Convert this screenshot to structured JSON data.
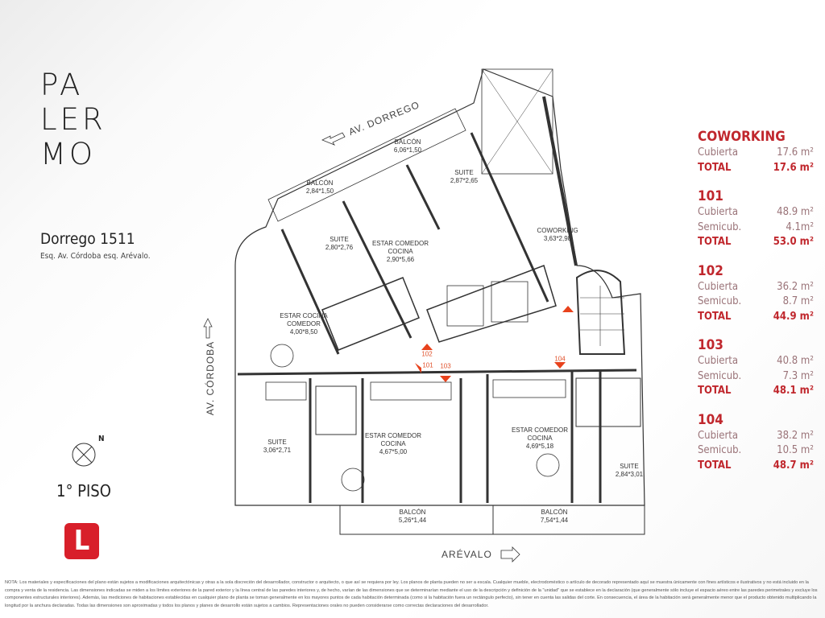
{
  "brand": {
    "lines": [
      "PA",
      "LER",
      "MO"
    ],
    "logo_letter": "L",
    "logo_color": "#d81f2a"
  },
  "address": {
    "title": "Dorrego 1511",
    "subtitle": "Esq. Av. Córdoba esq. Arévalo."
  },
  "floor": {
    "label": "1° PISO",
    "compass_label": "N"
  },
  "streets": {
    "top": "AV. DORREGO",
    "left": "AV. CÓRDOBA",
    "bottom": "ARÉVALO"
  },
  "rooms": [
    {
      "name": "BALCÓN",
      "size": "6,06*1,50"
    },
    {
      "name": "BALCÓN",
      "size": "2,84*1,50"
    },
    {
      "name": "SUITE",
      "size": "2,87*2,65"
    },
    {
      "name": "SUITE",
      "size": "2,80*2,76"
    },
    {
      "name": "ESTAR COMEDOR COCINA",
      "size": "2,90*5,66"
    },
    {
      "name": "COWORKING",
      "size": "3,63*2,98"
    },
    {
      "name": "ESTAR COCINA COMEDOR",
      "size": "4,00*8,50"
    },
    {
      "name": "SUITE",
      "size": "3,06*2,71"
    },
    {
      "name": "ESTAR COMEDOR COCINA",
      "size": "4,67*5,00"
    },
    {
      "name": "ESTAR COMEDOR COCINA",
      "size": "4,69*5,18"
    },
    {
      "name": "SUITE",
      "size": "2,84*3,01"
    },
    {
      "name": "BALCÓN",
      "size": "5,26*1,44"
    },
    {
      "name": "BALCÓN",
      "size": "7,54*1,44"
    }
  ],
  "unit_markers": [
    "102",
    "101",
    "103",
    "104"
  ],
  "accent_color": "#c0272d",
  "units": [
    {
      "name": "COWORKING",
      "rows": [
        {
          "label": "Cubierta",
          "value": "17.6 m²"
        }
      ],
      "total_label": "TOTAL",
      "total": "17.6 m²"
    },
    {
      "name": "101",
      "rows": [
        {
          "label": "Cubierta",
          "value": "48.9 m²"
        },
        {
          "label": "Semicub.",
          "value": "4.1m²"
        }
      ],
      "total_label": "TOTAL",
      "total": "53.0 m²"
    },
    {
      "name": "102",
      "rows": [
        {
          "label": "Cubierta",
          "value": "36.2 m²"
        },
        {
          "label": "Semicub.",
          "value": "8.7 m²"
        }
      ],
      "total_label": "TOTAL",
      "total": "44.9 m²"
    },
    {
      "name": "103",
      "rows": [
        {
          "label": "Cubierta",
          "value": "40.8 m²"
        },
        {
          "label": "Semicub.",
          "value": "7.3 m²"
        }
      ],
      "total_label": "TOTAL",
      "total": "48.1 m²"
    },
    {
      "name": "104",
      "rows": [
        {
          "label": "Cubierta",
          "value": "38.2 m²"
        },
        {
          "label": "Semicub.",
          "value": "10.5 m²"
        }
      ],
      "total_label": "TOTAL",
      "total": "48.7 m²"
    }
  ],
  "note": "NOTA: Los materiales y especificaciones del plano están sujetos a modificaciones arquitectónicas y otras a la sola discreción del desarrollador, constructor o arquitecto, o que así se requiera por ley. Los planos de planta pueden no ser a escala. Cualquier mueble, electrodoméstico o artículo de decorado representado aquí se muestra únicamente con fines artísticos e ilustrativos y no está incluido en la compra y venta de la residencia. Las dimensiones indicadas se miden a los límites exteriores de la pared exterior y la línea central de las paredes interiores y, de hecho, varían de las dimensiones que se determinarían mediante el uso de la descripción y definición de la \"unidad\" que se establece en la declaración (que generalmente sólo incluye el espacio aéreo entre las paredes perimetrales y excluye los componentes estructurales interiores). Además, las mediciones de habitaciones establecidas en cualquier plano de planta se toman generalmente en los mayores puntos de cada habitación determinada (como si la habitación fuera un rectángulo perfecto), sin tener en cuenta las salidas del corte. En consecuencia, el área de la habitación será generalmente menor que el producto obtenido multiplicando la longitud por la anchura declaradas. Todas las dimensiones son aproximadas y todos los planos y planes de desarrollo están sujetos a cambios. Representaciones orales no pueden considerarse como correctas declaraciones del desarrollador."
}
